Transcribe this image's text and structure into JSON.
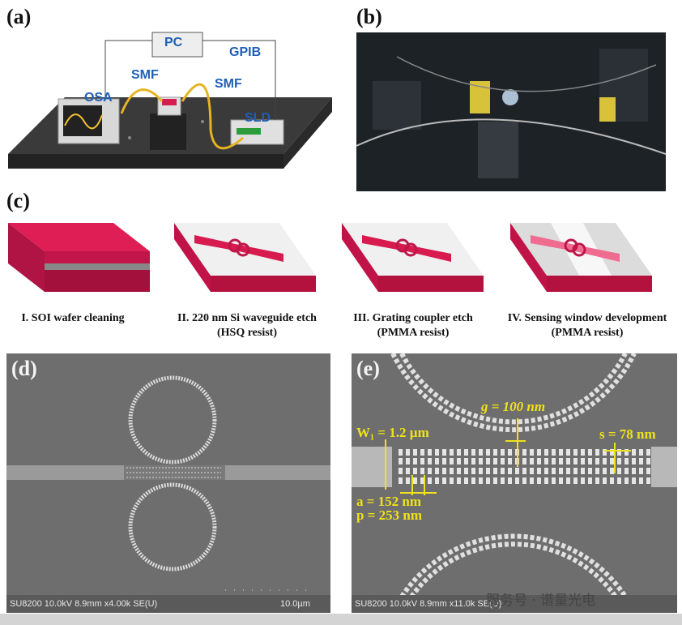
{
  "panels": {
    "a": {
      "label": "(a)",
      "pc": "PC",
      "gpib": "GPIB",
      "smf_left": "SMF",
      "smf_right": "SMF",
      "osa": "OSA",
      "sld": "SLD"
    },
    "b": {
      "label": "(b)"
    },
    "c": {
      "label": "(c)",
      "steps": [
        {
          "line1": "I. SOI wafer cleaning",
          "line2": ""
        },
        {
          "line1": "II. 220 nm Si waveguide etch",
          "line2": "(HSQ resist)"
        },
        {
          "line1": "III. Grating coupler etch",
          "line2": "(PMMA resist)"
        },
        {
          "line1": "IV. Sensing window development",
          "line2": "(PMMA resist)"
        }
      ]
    },
    "d": {
      "label": "(d)",
      "info": "SU8200 10.0kV 8.9mm x4.00k SE(U)",
      "scale": "10.0µm"
    },
    "e": {
      "label": "(e)",
      "info": "SU8200 10.0kV 8.9mm x11.0k SE(U)",
      "g": "g = 100 nm",
      "w1": "W₁ = 1.2 µm",
      "s": "s = 78 nm",
      "a": "a = 152 nm",
      "p": "p = 253 nm"
    }
  },
  "watermark": "服务号 · 谱量光电",
  "colors": {
    "resist": "#d81b4e",
    "annotation": "#f0e21a",
    "label_blue": "#1f5fb5"
  }
}
